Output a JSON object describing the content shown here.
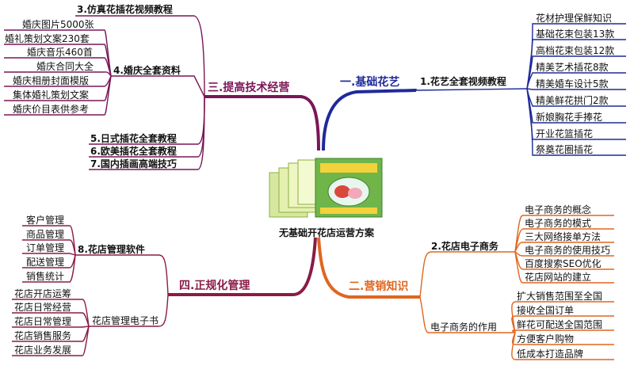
{
  "center": {
    "title": "无基础开花店运营方案"
  },
  "colors": {
    "blue": "#1f2a9a",
    "purple": "#7a1658",
    "orange": "#e0661f",
    "maroon": "#8a1c46",
    "black": "#111111",
    "red": "#c0282c"
  },
  "branches": {
    "b1": {
      "title": "一.基础花艺",
      "sub": {
        "title": "1.花艺全套视频教程",
        "items": [
          "花材护理保鲜知识",
          "基础花束包装13款",
          "高档花束包装12款",
          "精美艺术插花8款",
          "精美婚车设计5款",
          "精美鲜花拱门2款",
          "新娘胸花手捧花",
          "开业花篮插花",
          "祭奠花圈插花"
        ]
      }
    },
    "b2": {
      "title": "二.营销知识",
      "sub1": {
        "title": "2.花店电子商务",
        "items": [
          "电子商务的概念",
          "电子商务的模式",
          "三大网络接单方法",
          "电子商务的使用技巧",
          "百度搜索SEO优化",
          "花店网站的建立"
        ]
      },
      "sub2": {
        "title": "电子商务的作用",
        "items": [
          "扩大销售范围至全国",
          "接收全国订单",
          "鲜花可配送全国范围",
          "方便客户购物",
          "低成本打造品牌"
        ]
      }
    },
    "b3": {
      "title": "三.提高技术经营",
      "top": "3.仿真花插花视频教程",
      "sub": {
        "title": "4.婚庆全套资料",
        "items": [
          "婚庆图片5000张",
          "婚礼策划文案230套",
          "婚庆音乐460首",
          "婚庆合同大全",
          "婚庆相册封面模版",
          "集体婚礼策划文案",
          "婚庆价目表供参考"
        ]
      },
      "bottom": [
        "5.日式插花全套教程",
        "6.欧美插花全套教程",
        "7.国内插画高端技巧"
      ]
    },
    "b4": {
      "title": "四.正规化管理",
      "sub1": {
        "title": "8.花店管理软件",
        "items": [
          "客户管理",
          "商品管理",
          "订单管理",
          "配送管理",
          "销售统计"
        ]
      },
      "sub2": {
        "title": "花店管理电子书",
        "items": [
          "花店开店运筹",
          "花店日常经营",
          "花店日常管理",
          "花店销售服务",
          "花店业务发展"
        ]
      }
    }
  }
}
